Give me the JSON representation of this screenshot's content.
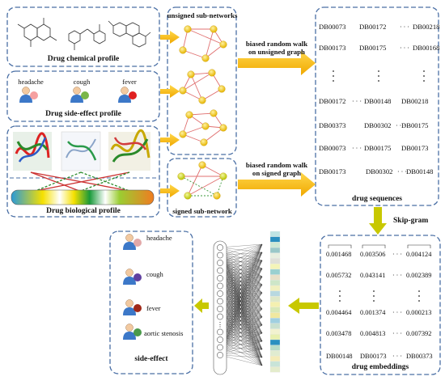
{
  "panels": {
    "chemical": "Drug chemical profile",
    "side_effect": "Drug side-effect profile",
    "biological": "Drug biological profile",
    "unsigned": "unsigned sub-networks",
    "signed": "signed sub-network",
    "sequences": "drug sequences",
    "embeddings": "drug embeddings",
    "output": "side-effect"
  },
  "side_effects_top": [
    "headache",
    "cough",
    "fever"
  ],
  "side_effects_out": [
    "headache",
    "cough",
    "fever",
    "aortic stenosis"
  ],
  "arrows": {
    "walk_unsigned_1": "biased random walk",
    "walk_unsigned_2": "on unsigned graph",
    "walk_signed_1": "biased random walk",
    "walk_signed_2": "on signed graph",
    "skipgram": "Skip-gram"
  },
  "sequences": [
    [
      "DB00073",
      "DB00172",
      "DB00218"
    ],
    [
      "DB00173",
      "DB00175",
      "DB00168"
    ],
    [
      "DB00172",
      "DB00148",
      "DB00218"
    ],
    [
      "DB00373",
      "DB00302",
      "DB00175"
    ],
    [
      "DB00073",
      "DB00175",
      "DB00173"
    ],
    [
      "DB00173",
      "DB00302",
      "DB00148"
    ]
  ],
  "embeddings": [
    [
      "0.001468",
      "0.003506",
      "0.004124"
    ],
    [
      "0.005732",
      "0.043141",
      "0.002389"
    ],
    [
      "0.004464",
      "0.001374",
      "0.000213"
    ],
    [
      "0.003478",
      "0.004813",
      "0.007392"
    ],
    [
      "DB00148",
      "DB00173",
      "DB00373"
    ]
  ],
  "colors": {
    "panel_border": "#4a6fa5",
    "arrow": "#f5b800",
    "arrow_green": "#c8c800",
    "node": "#f2c81e",
    "edge_red": "#e07070",
    "edge_green": "#3a9a3a"
  }
}
